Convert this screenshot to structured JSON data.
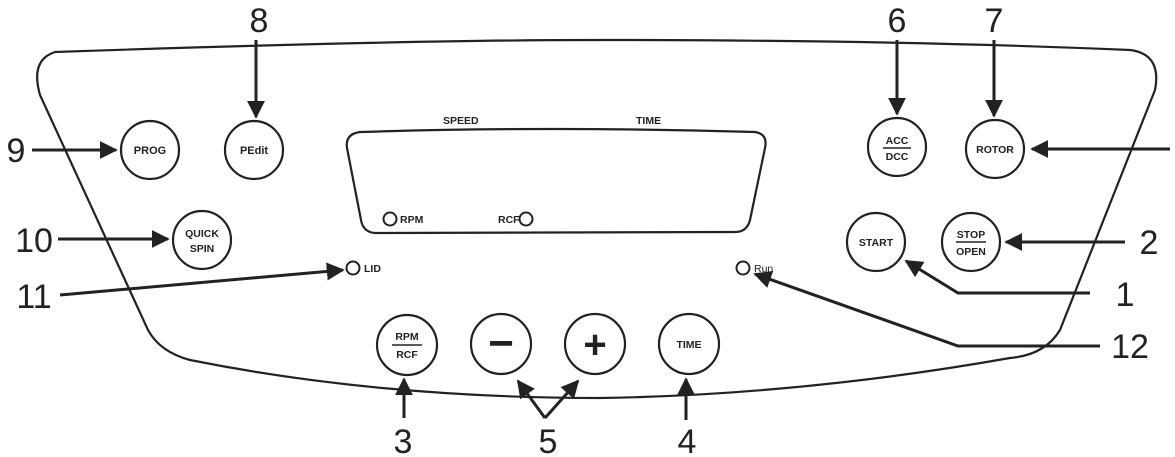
{
  "display": {
    "speed_label": "SPEED",
    "time_label": "TIME",
    "rpm_indicator": "RPM",
    "rcf_indicator": "RCF"
  },
  "indicators": {
    "lid": "LID",
    "run": "Run"
  },
  "buttons": {
    "prog": "PROG",
    "pedit": "PEdit",
    "acc": "ACC",
    "dcc": "DCC",
    "rotor": "ROTOR",
    "quick": "QUICK",
    "spin": "SPIN",
    "start": "START",
    "stop": "STOP",
    "open": "OPEN",
    "rpm": "RPM",
    "rcf": "RCF",
    "minus": "−",
    "plus": "+",
    "time": "TIME"
  },
  "callouts": {
    "c1": "1",
    "c2": "2",
    "c3": "3",
    "c4": "4",
    "c5": "5",
    "c6": "6",
    "c7": "7",
    "c8": "8",
    "c9": "9",
    "c10": "10",
    "c11": "11",
    "c12": "12"
  }
}
